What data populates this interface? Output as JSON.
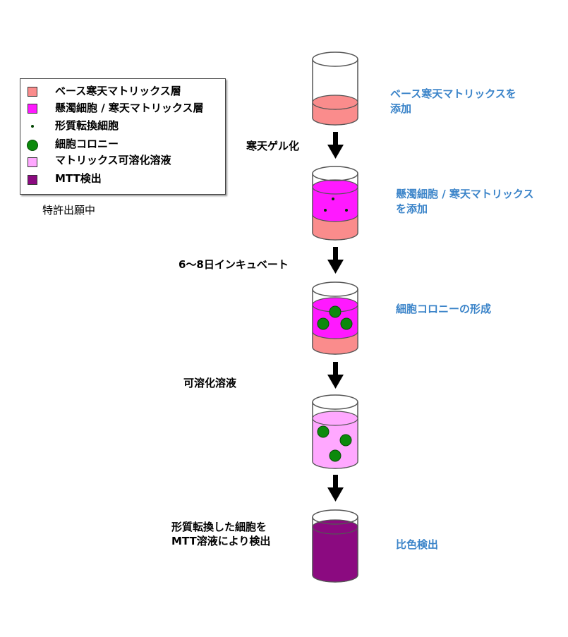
{
  "legend": {
    "items": [
      {
        "label": "ベース寒天マトリックス層",
        "color": "#fa8c8c",
        "shape": "square"
      },
      {
        "label": "懸濁細胞 / 寒天マトリックス層",
        "color": "#ff19ff",
        "shape": "square"
      },
      {
        "label": "形質転換細胞",
        "color": "#006600",
        "shape": "small-dot"
      },
      {
        "label": "細胞コロニー",
        "color": "#0c8a0c",
        "shape": "circle"
      },
      {
        "label": "マトリックス可溶化溶液",
        "color": "#ffa8ff",
        "shape": "square"
      },
      {
        "label": "MTT検出",
        "color": "#8b0a80",
        "shape": "square"
      }
    ]
  },
  "patent_note": "特許出願中",
  "steps": [
    {
      "description_lines": [
        "ベース寒天マトリックスを",
        "添加"
      ]
    },
    {
      "description_lines": [
        "懸濁細胞 / 寒天マトリックス",
        "を添加"
      ]
    },
    {
      "description_lines": [
        "細胞コロニーの形成"
      ]
    },
    {
      "description_lines": []
    },
    {
      "description_lines": [
        "比色検出"
      ]
    }
  ],
  "transitions": [
    {
      "label_lines": [
        "寒天ゲル化"
      ]
    },
    {
      "label_lines": [
        "6〜8日インキュベート"
      ]
    },
    {
      "label_lines": [
        "可溶化溶液"
      ]
    },
    {
      "label_lines": [
        "形質転換した細胞を",
        "MTT溶液により検出"
      ]
    }
  ],
  "colors": {
    "base_agar": "#fa8c8c",
    "cell_agar": "#ff19ff",
    "colony": "#0c8a0c",
    "solubilized": "#ffa8ff",
    "mtt": "#8b0a80",
    "description_text": "#3b84c9",
    "arrow": "#000000"
  }
}
